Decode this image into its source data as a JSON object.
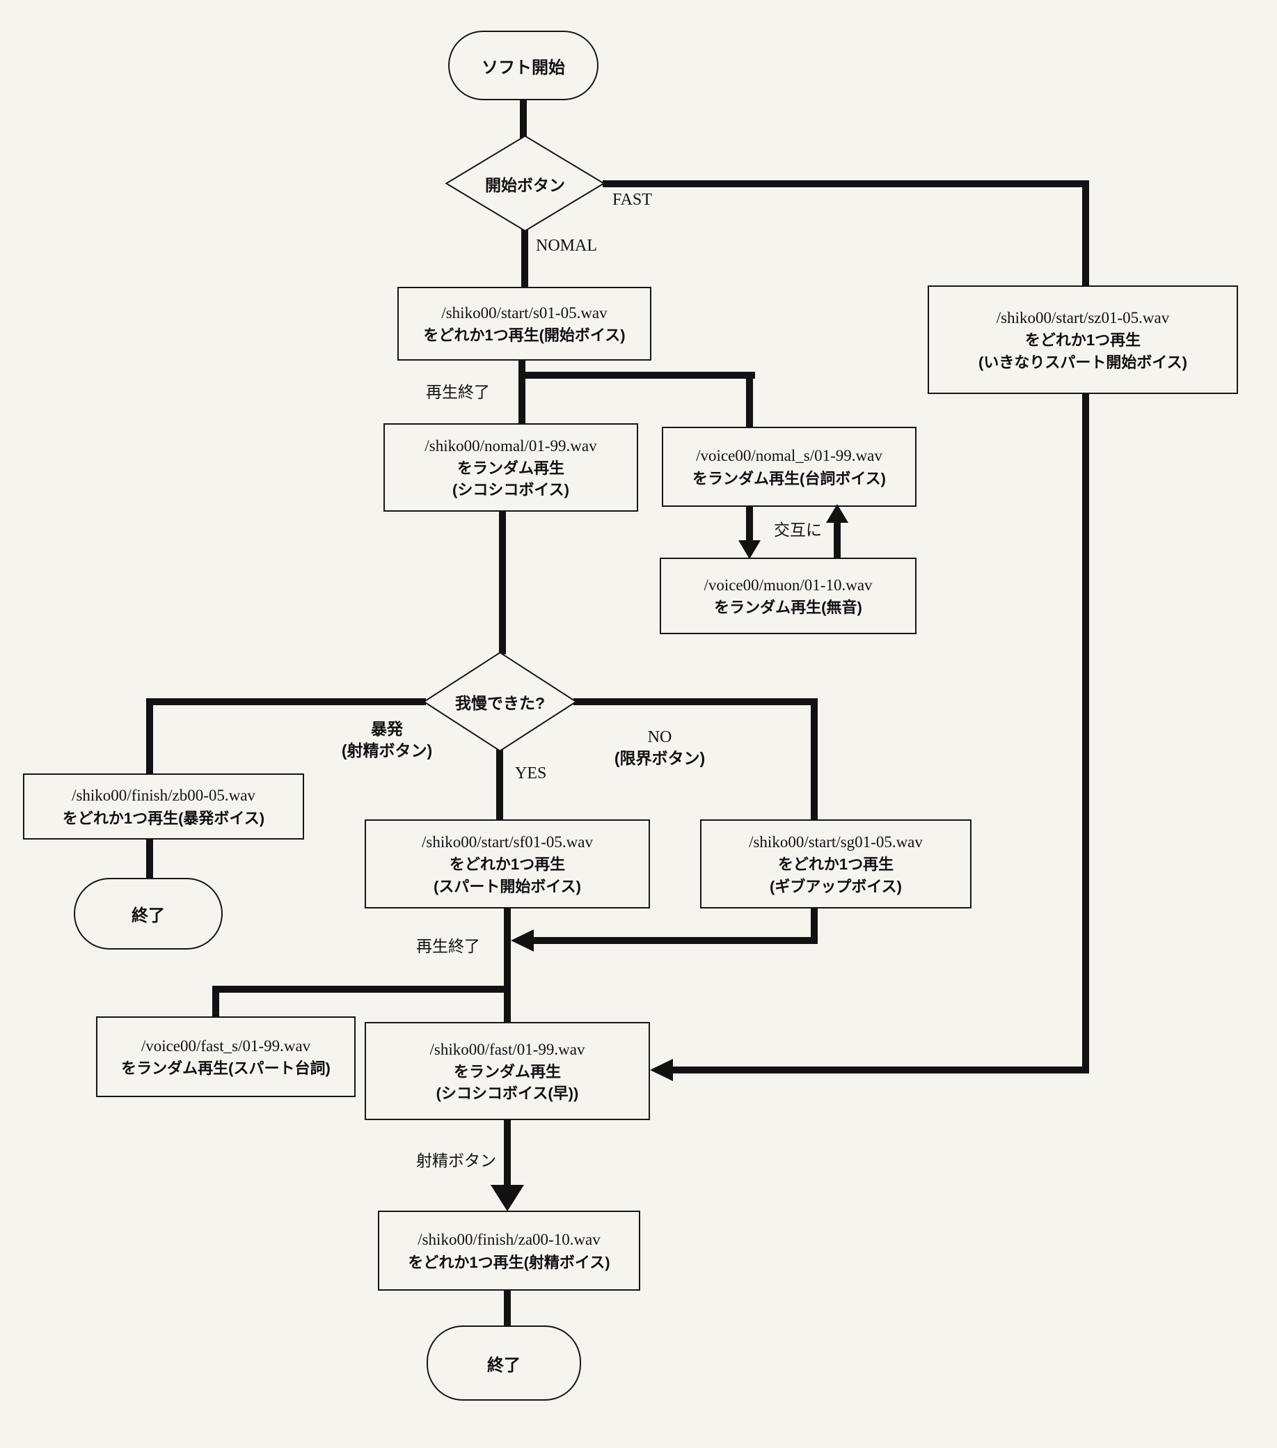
{
  "page": {
    "background": "#f5f4ef",
    "ink": "#121212"
  },
  "nodes": {
    "soft_start": {
      "type": "terminator",
      "label": "ソフト開始"
    },
    "start_button": {
      "type": "decision",
      "label": "開始ボタン"
    },
    "start_voice": {
      "type": "process",
      "lines": [
        "/shiko00/start/s01-05.wav",
        "をどれか1つ再生(開始ボイス)"
      ]
    },
    "spurt_now_voice": {
      "type": "process",
      "lines": [
        "/shiko00/start/sz01-05.wav",
        "をどれか1つ再生",
        "(いきなりスパート開始ボイス)"
      ]
    },
    "shiko_voice": {
      "type": "process",
      "lines": [
        "/shiko00/nomal/01-99.wav",
        "をランダム再生",
        "(シコシコボイス)"
      ]
    },
    "serifu_voice": {
      "type": "process",
      "lines": [
        "/voice00/nomal_s/01-99.wav",
        "をランダム再生(台詞ボイス)"
      ]
    },
    "muon_voice": {
      "type": "process",
      "lines": [
        "/voice00/muon/01-10.wav",
        "をランダム再生(無音)"
      ]
    },
    "gaman": {
      "type": "decision",
      "label": "我慢できた?"
    },
    "bohatsu_voice": {
      "type": "process",
      "lines": [
        "/shiko00/finish/zb00-05.wav",
        "をどれか1つ再生(暴発ボイス)"
      ]
    },
    "end_left": {
      "type": "terminator",
      "label": "終了"
    },
    "spurt_voice": {
      "type": "process",
      "lines": [
        "/shiko00/start/sf01-05.wav",
        "をどれか1つ再生",
        "(スパート開始ボイス)"
      ]
    },
    "giveup_voice": {
      "type": "process",
      "lines": [
        "/shiko00/start/sg01-05.wav",
        "をどれか1つ再生",
        "(ギブアップボイス)"
      ]
    },
    "spurt_serifu": {
      "type": "process",
      "lines": [
        "/voice00/fast_s/01-99.wav",
        "をランダム再生(スパート台詞)"
      ]
    },
    "shiko_fast": {
      "type": "process",
      "lines": [
        "/shiko00/fast/01-99.wav",
        "をランダム再生",
        "(シコシコボイス(早))"
      ]
    },
    "shasei_voice": {
      "type": "process",
      "lines": [
        "/shiko00/finish/za00-10.wav",
        "をどれか1つ再生(射精ボイス)"
      ]
    },
    "end_bottom": {
      "type": "terminator",
      "label": "終了"
    }
  },
  "edge_labels": {
    "fast": "FAST",
    "nomal": "NOMAL",
    "playback_end_1": "再生終了",
    "alternately": "交互に",
    "bohatsu_line1": "暴発",
    "bohatsu_line2": "(射精ボタン)",
    "yes": "YES",
    "no_line1": "NO",
    "no_line2": "(限界ボタン)",
    "playback_end_2": "再生終了",
    "shasei_button": "射精ボタン"
  }
}
